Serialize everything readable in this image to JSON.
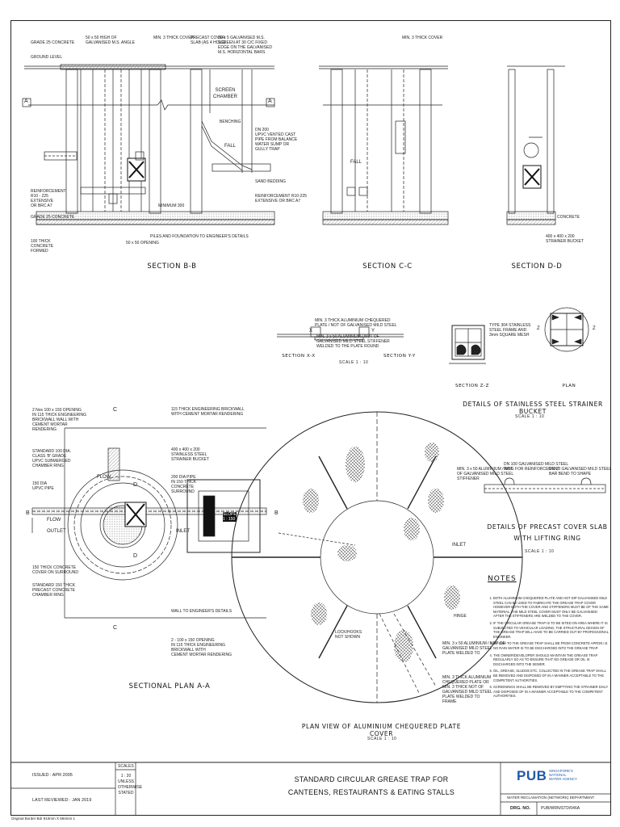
{
  "drawing": {
    "title_line1": "STANDARD CIRCULAR GREASE TRAP FOR",
    "title_line2": "CANTEENS, RESTAURANTS & EATING STALLS",
    "issued": "ISSUED : APR 2005",
    "last_reviewed": "LAST REVIEWED : JAN 2019",
    "scales_head": "SCALES",
    "scales_values": "1 : 20\nUNLESS\nOTHERWISE\nSTATED",
    "org_name": "WATER RECLAMATION (NETWORK) DEPARTMENT",
    "drg_no_label": "DRG. NO.",
    "drg_no_value": "PUB/WRN/STD/046A",
    "logo_text": "PUB",
    "logo_sub": "SINGAPORE'S\nNATIONAL\nWATER AGENCY",
    "footer_text": "Original Border Bdr 910mm X 594mm 1"
  },
  "sections": {
    "bb": "SECTION B-B",
    "cc": "SECTION C-C",
    "dd": "SECTION D-D",
    "aa": "SECTIONAL PLAN A-A",
    "plan_cover": "PLAN VIEW OF ALUMINIUM CHEQUERED PLATE COVER",
    "strainer": "DETAILS OF STAINLESS STEEL STRAINER BUCKET",
    "precast_1": "DETAILS OF PRECAST COVER SLAB",
    "precast_2": "WITH LIFTING RING",
    "section_xx": "SECTION X-X",
    "section_yy": "SECTION Y-Y",
    "section_zz": "SECTION Z-Z",
    "plan": "PLAN"
  },
  "scales": {
    "s10a": "SCALE 1 : 10",
    "s10b": "SCALE 1 : 10",
    "s10c": "SCALE 1 : 10",
    "s10d": "SCALE 1 : 10"
  },
  "labels": {
    "bb_grade25_top": "GRADE 25 CONCRETE",
    "bb_ground": "GROUND LEVEL",
    "bb_hinge": "50 x 50 HIGH OF\nGALVANISED M.S. ANGLE",
    "bb_cover": "MIN. 3 THICK COVER",
    "bb_precast": "PRECAST COVER\nSLAB (AS 4 HOLE)",
    "bb_galv": "50 x 5 GALVANISED M.S.\nSCREEN AT 30 C/C FIXED\nEDGE ON THE GALVANISED\nM.S. HORIZONTAL BARS",
    "bb_screen": "SCREEN\nCHAMBER",
    "bb_pipe": "DN 200\nUPVC VENTED CAST\nPIPE FROM BALANCE\nWATER SUMP OR\nGULLY TRAP",
    "bb_benching": "BENCHING",
    "bb_fall": "FALL",
    "bb_reinf_l": "REINFORCEMENT\nR10 - 225\nEXTENSIVE\nOR BRC A7",
    "bb_grade25_bot": "GRADE 25 CONCRETE",
    "bb_hardcore": "100 THICK\nCONCRETE\nFORMED",
    "bb_opening": "50 x 50 OPENING",
    "bb_piles": "PILES AND FOUNDATION TO ENGINEER'S DETAILS",
    "bb_sand": "SAND BEDDING",
    "bb_reinf_r": "REINFORCEMENT R10-225\nEXTENSIVE OR BRC A7",
    "bb_minimum": "MINIMUM 300",
    "cc_cover": "MIN. 3 THICK COVER",
    "cc_fall": "FALL",
    "dd_concrete": "CONCRETE",
    "dd_bucket": "400 x 400 x 200\nSTRAINER BUCKET",
    "xy_plate": "MIN. 3 THICK ALUMINIUM CHEQUERED\nPLATE / NOT OF GALVANISED MILD STEEL",
    "xy_angle": "MIN. 3 x 50 ALUMINIUM / NOT OF\nGALVANISED MILD STEEL STIFFENER\nWELDED TO THE PLATE ROUND",
    "zz_type": "TYPE 304 STAINLESS\nSTEEL FRAME AND\n3mm SQUARE MESH",
    "aa_opening": "2 Nos 100 x 150 OPENING\nIN 115 THICK ENGINEERING\nBRICKWALL WALL WITH\nCEMENT MORTAR\nRENDERING",
    "aa_standard100": "STANDARD 100 DIA.\nCLASS 'B' GRADE\nUPVC SUBMERGED\nCHAMBER RING",
    "aa_dn150": "150 DIA\nUPVC PIPE",
    "aa_brick": "115 THICK ENGINEERING BRICKWALL\nWITH CEMENT MORTAR RENDERING",
    "aa_bucket": "400 x 400 x 200\nSTAINLESS STEEL\nSTRAINER BUCKET",
    "aa_200thick": "200 DIA PIPE\nIN 150 THICK\nCONCRETE\nSURROUND",
    "aa_concrete_ring": "150 THICK CONCRETE\nCOVER ON SURROUND",
    "aa_standard150": "STANDARD 150 THICK\nPRECAST CONCRETE\nCHAMBER RING",
    "aa_walls": "WALL TO ENGINEER'S DETAILS",
    "aa_opening2": "2 - 100 x 150 OPENING\nIN 115 THICK ENGINEERING\nBRICKWALL WITH\nCEMENT MORTAR RENDERING",
    "aa_flow1": "FLOW",
    "aa_flow2": "FLOW",
    "aa_outlet": "OUTLET",
    "aa_inlet": "INLET",
    "aa_slope": "SLOPE\n1 : 150",
    "pc_stiff": "MIN. 3 x 50 ALUMINIUM / NOT\nOF GALVANISED MILD STEEL\nSTIFFENER",
    "pc_inlet": "INLET",
    "pc_hinge": "HINGE",
    "pc_lock": "LOCK/HOOKS\nNOT SHOWN",
    "pc_angle": "MIN. 3 x 50 ALUMINIUM / NOT OF\nGALVANISED MILD STEEL\nPLATE WELDED TO",
    "pc_chequered": "MIN. 3 THICK ALUMINIUM\nCHEQUERED PLATE OR\nMIN. 3 THICK NOT OF\nGALVANISED MILD STEEL\nPLATE WELDED TO\nFRAME",
    "slab_ring": "DN 100 GALVANISED MILD STEEL\nRING FOR REINFORCEMENT",
    "slab_bar": "DN 10 GALVANISED MILD STEEL BAR BEND TO SHAPE"
  },
  "notes": {
    "heading": "NOTES",
    "items": [
      "BOTH ALUMINIUM CHEQUERED PLATE AND HOT DIP GALVANISED MILD STEEL CAN BE USED TO FABRICATE THE GREASE TRAP COVER HOWEVER BOTH THE COVER AND STIFFENERS MUST BE OF THE SAME MATERIAL. THE MILD STEEL COVER MUST ONLY BE GALVANISED AFTER THE STIFFENERS ARE WELDED TO THE COVER.",
      "IF THE CIRCULAR GREASE TRAP IS TO BE SITED ON AREA WHERE IT IS SUBJECTED TO VEHICULAR LOADING, THE STRUCTURAL DESIGN OF THE GREASE TRAP WILL HAVE TO BE CARRIED OUT BY PROFESSIONAL ENGINEER.",
      "INFLOW TO THE GREASE TRAP SHALL BE FROM CONCRETE APRON I.E. NO RAIN WATER IS TO BE DISCHARGED INTO THE GREASE TRAP.",
      "THE OWNER/DEVELOPER SHOULD MAINTAIN THE GREASE TRAP REGULARLY SO AS TO ENSURE THAT NO GREASE OR OIL IS DISCHARGED INTO THE SEWER.",
      "OIL, GREASE, SLUDGE ETC. COLLECTED IN THE GREASE TRAP SHALL BE REMOVED AND DISPOSED OF IN A MANNER ACCEPTABLE TO THE COMPETENT AUTHORITIES.",
      "SCREENINGS SHALL BE REMOVED BY EMPTYING THE STRAINER DAILY AND DISPOSED OF IN A MANNER ACCEPTABLE TO THE COMPETENT AUTHORITIES."
    ]
  },
  "markers": {
    "a": "A",
    "b": "B",
    "c": "C",
    "d": "D",
    "x": "X",
    "y": "Y",
    "z": "Z"
  }
}
